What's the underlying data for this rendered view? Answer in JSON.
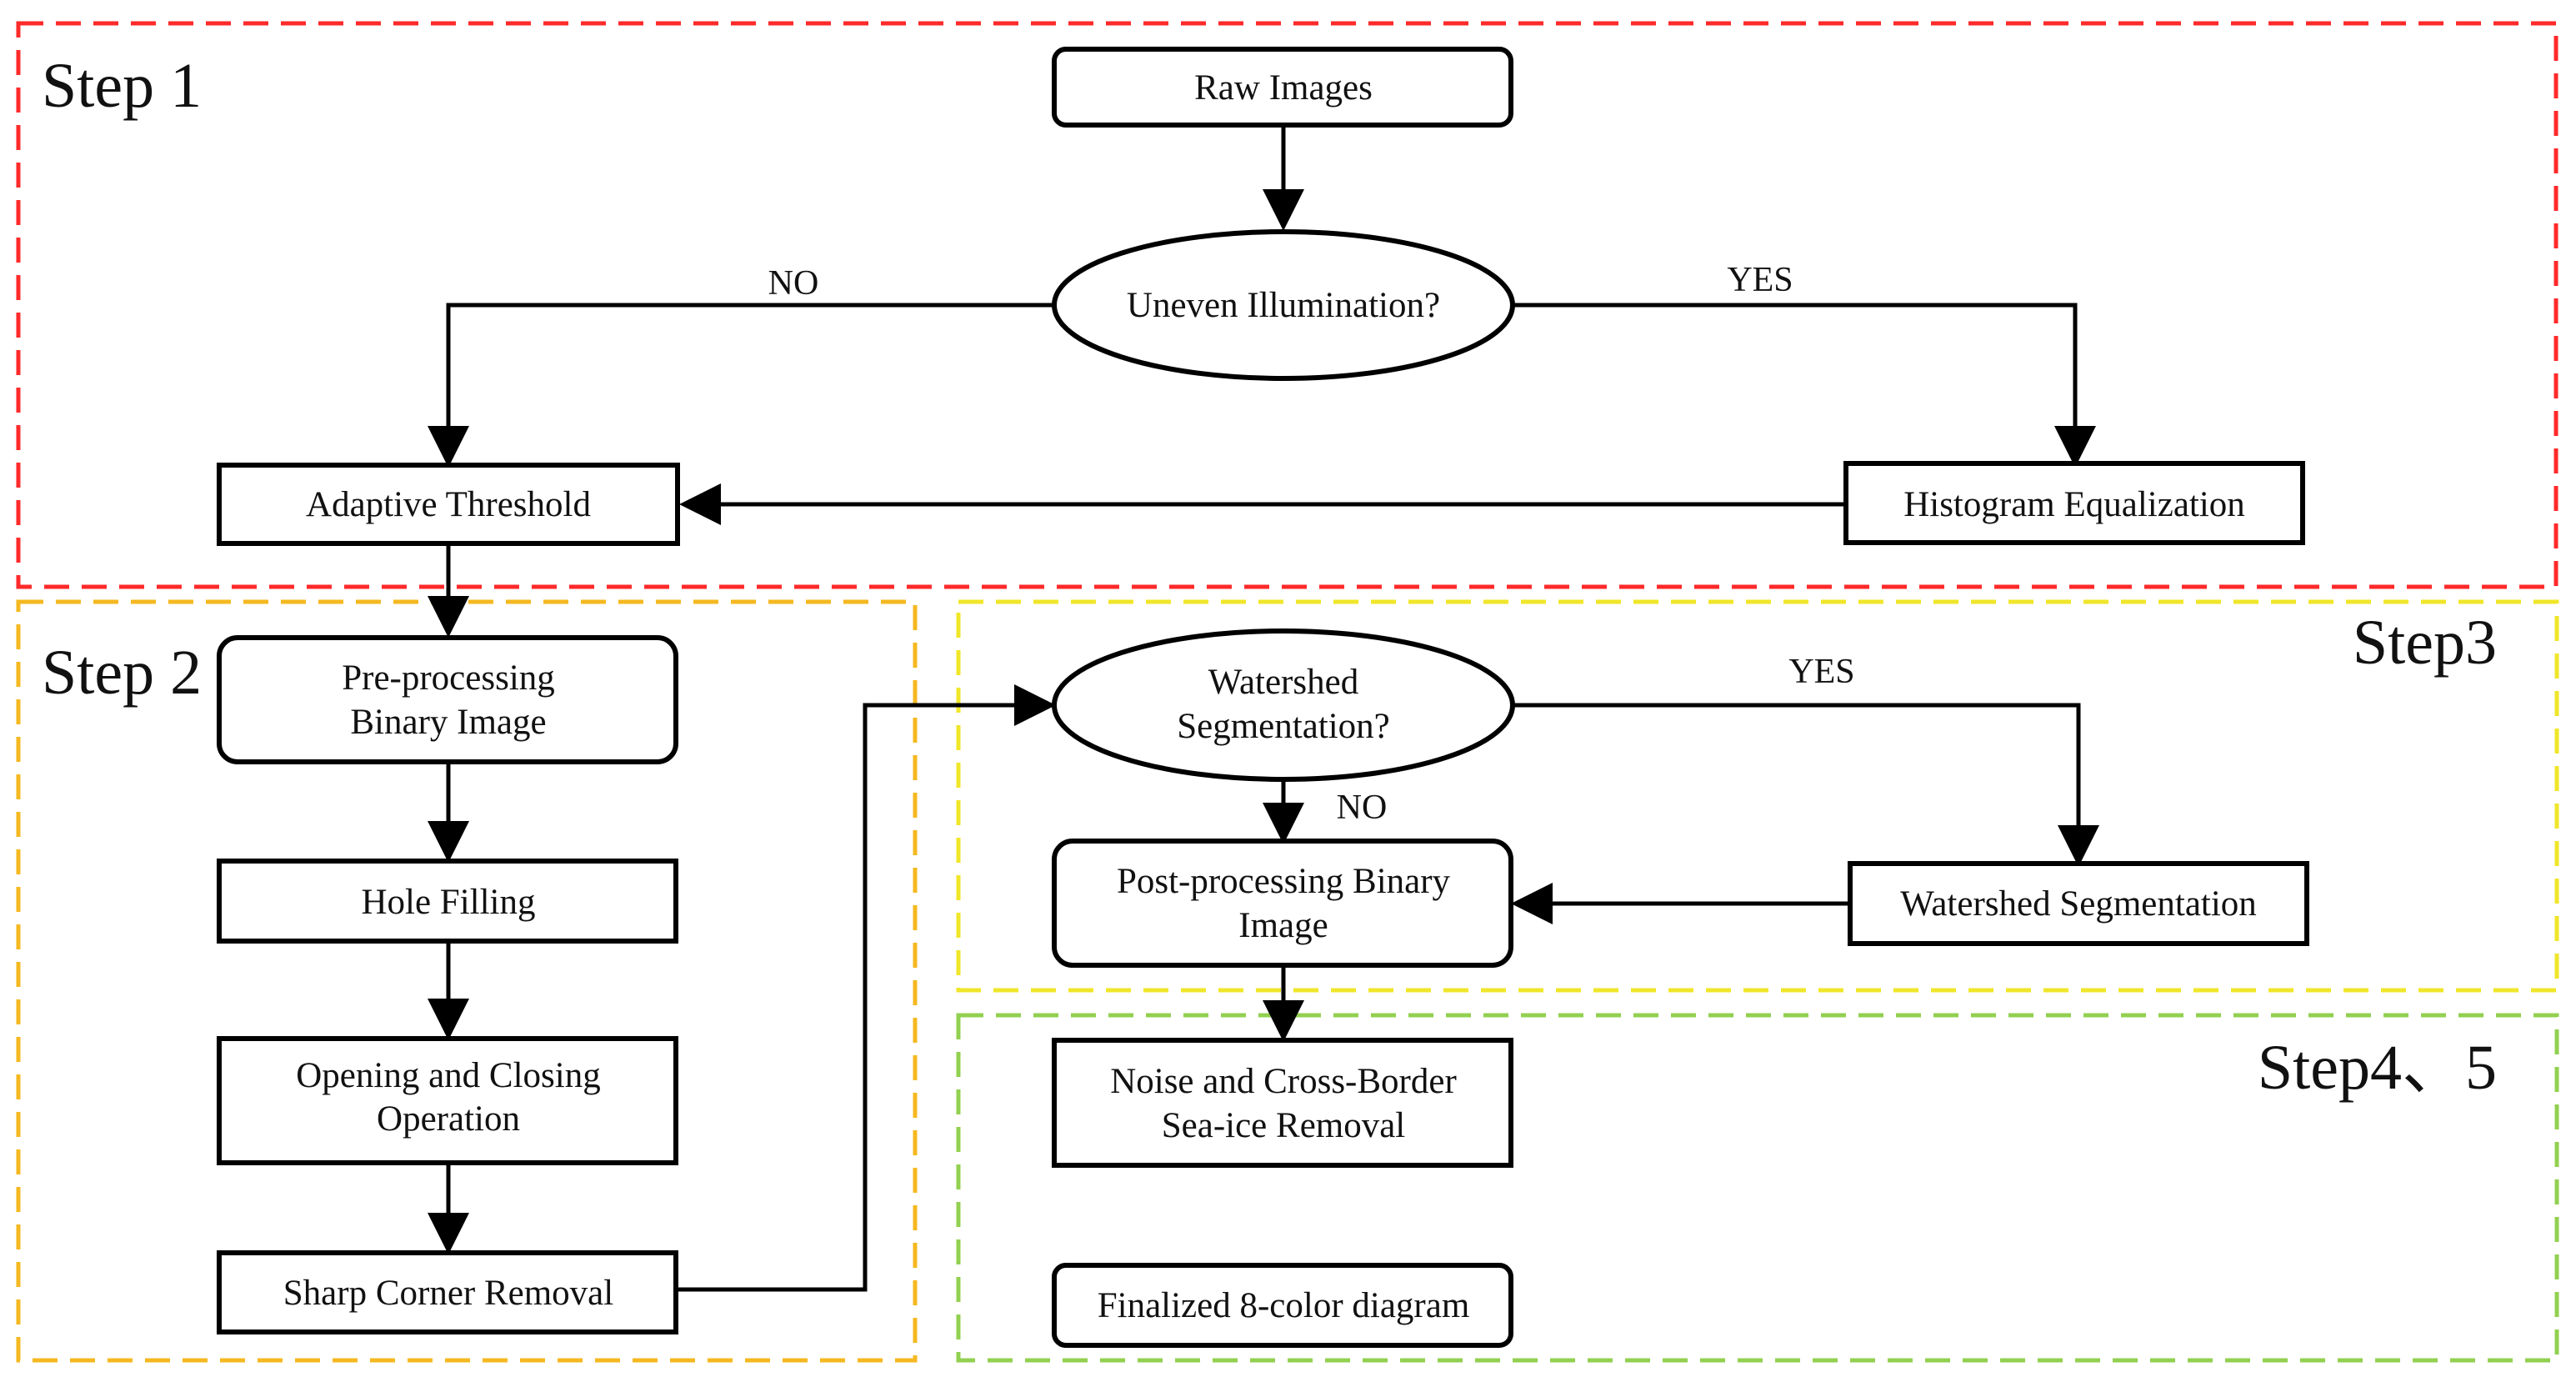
{
  "steps": {
    "step1": "Step 1",
    "step2": "Step 2",
    "step3": "Step3",
    "step45": "Step4、5"
  },
  "nodes": {
    "raw_images": "Raw Images",
    "uneven_illumination": "Uneven Illumination?",
    "adaptive_threshold": "Adaptive Threshold",
    "histogram_equalization": "Histogram Equalization",
    "preprocessing": [
      "Pre-processing",
      "Binary Image"
    ],
    "hole_filling": "Hole Filling",
    "opening_closing": [
      "Opening and Closing",
      "Operation"
    ],
    "sharp_corner": "Sharp Corner Removal",
    "watershed_question": [
      "Watershed",
      "Segmentation?"
    ],
    "watershed_segmentation": "Watershed Segmentation",
    "postprocessing": [
      "Post-processing Binary",
      "Image"
    ],
    "noise_removal": [
      "Noise and Cross-Border",
      "Sea-ice Removal"
    ],
    "finalized": "Finalized 8-color diagram"
  },
  "edge_labels": {
    "illum_no": "NO",
    "illum_yes": "YES",
    "watershed_yes": "YES",
    "watershed_no": "NO"
  },
  "colors": {
    "step1": "#ff2a2a",
    "step2": "#f5b820",
    "step3": "#f0e62a",
    "step45": "#92d050",
    "stroke": "#000000"
  }
}
